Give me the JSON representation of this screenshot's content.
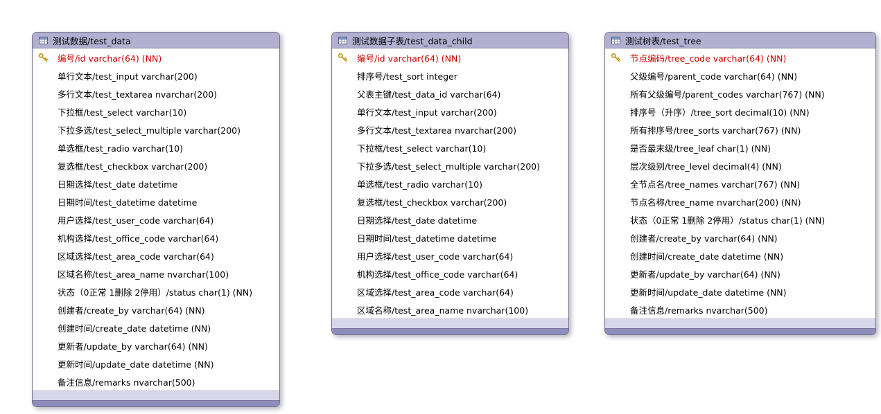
{
  "colors": {
    "header_bg": "#b2afd0",
    "body_bg": "#ffffff",
    "footer_strip": "#d8d6e9",
    "bottom_bar": "#8f8dbb",
    "border": "#76748f",
    "primary_key_text": "#cc0000",
    "field_text": "#000000",
    "key_icon_gold": "#c9971c"
  },
  "icons": {
    "table_header": "table-grid-icon",
    "primary_key": "key-icon"
  },
  "tables": [
    {
      "title": "测试数据/test_data",
      "fields": [
        {
          "label": "编号/id varchar(64) (NN)",
          "pk": true
        },
        {
          "label": "单行文本/test_input varchar(200)",
          "pk": false
        },
        {
          "label": "多行文本/test_textarea nvarchar(200)",
          "pk": false
        },
        {
          "label": "下拉框/test_select varchar(10)",
          "pk": false
        },
        {
          "label": "下拉多选/test_select_multiple varchar(200)",
          "pk": false
        },
        {
          "label": "单选框/test_radio varchar(10)",
          "pk": false
        },
        {
          "label": "复选框/test_checkbox varchar(200)",
          "pk": false
        },
        {
          "label": "日期选择/test_date datetime",
          "pk": false
        },
        {
          "label": "日期时间/test_datetime datetime",
          "pk": false
        },
        {
          "label": "用户选择/test_user_code varchar(64)",
          "pk": false
        },
        {
          "label": "机构选择/test_office_code varchar(64)",
          "pk": false
        },
        {
          "label": "区域选择/test_area_code varchar(64)",
          "pk": false
        },
        {
          "label": "区域名称/test_area_name nvarchar(100)",
          "pk": false
        },
        {
          "label": "状态（0正常 1删除 2停用）/status char(1) (NN)",
          "pk": false
        },
        {
          "label": "创建者/create_by varchar(64) (NN)",
          "pk": false
        },
        {
          "label": "创建时间/create_date datetime (NN)",
          "pk": false
        },
        {
          "label": "更新者/update_by varchar(64) (NN)",
          "pk": false
        },
        {
          "label": "更新时间/update_date datetime (NN)",
          "pk": false
        },
        {
          "label": "备注信息/remarks nvarchar(500)",
          "pk": false
        }
      ]
    },
    {
      "title": "测试数据子表/test_data_child",
      "fields": [
        {
          "label": "编号/id varchar(64) (NN)",
          "pk": true
        },
        {
          "label": "排序号/test_sort integer",
          "pk": false
        },
        {
          "label": "父表主键/test_data_id varchar(64)",
          "pk": false
        },
        {
          "label": "单行文本/test_input varchar(200)",
          "pk": false
        },
        {
          "label": "多行文本/test_textarea nvarchar(200)",
          "pk": false
        },
        {
          "label": "下拉框/test_select varchar(10)",
          "pk": false
        },
        {
          "label": "下拉多选/test_select_multiple varchar(200)",
          "pk": false
        },
        {
          "label": "单选框/test_radio varchar(10)",
          "pk": false
        },
        {
          "label": "复选框/test_checkbox varchar(200)",
          "pk": false
        },
        {
          "label": "日期选择/test_date datetime",
          "pk": false
        },
        {
          "label": "日期时间/test_datetime datetime",
          "pk": false
        },
        {
          "label": "用户选择/test_user_code varchar(64)",
          "pk": false
        },
        {
          "label": "机构选择/test_office_code varchar(64)",
          "pk": false
        },
        {
          "label": "区域选择/test_area_code varchar(64)",
          "pk": false
        },
        {
          "label": "区域名称/test_area_name nvarchar(100)",
          "pk": false
        }
      ]
    },
    {
      "title": "测试树表/test_tree",
      "fields": [
        {
          "label": "节点编码/tree_code varchar(64) (NN)",
          "pk": true
        },
        {
          "label": "父级编号/parent_code varchar(64) (NN)",
          "pk": false
        },
        {
          "label": "所有父级编号/parent_codes varchar(767) (NN)",
          "pk": false
        },
        {
          "label": "排序号（升序）/tree_sort decimal(10) (NN)",
          "pk": false
        },
        {
          "label": "所有排序号/tree_sorts varchar(767) (NN)",
          "pk": false
        },
        {
          "label": "是否最末级/tree_leaf char(1) (NN)",
          "pk": false
        },
        {
          "label": "层次级别/tree_level decimal(4) (NN)",
          "pk": false
        },
        {
          "label": "全节点名/tree_names varchar(767) (NN)",
          "pk": false
        },
        {
          "label": "节点名称/tree_name nvarchar(200) (NN)",
          "pk": false
        },
        {
          "label": "状态（0正常 1删除 2停用）/status char(1) (NN)",
          "pk": false
        },
        {
          "label": "创建者/create_by varchar(64) (NN)",
          "pk": false
        },
        {
          "label": "创建时间/create_date datetime (NN)",
          "pk": false
        },
        {
          "label": "更新者/update_by varchar(64) (NN)",
          "pk": false
        },
        {
          "label": "更新时间/update_date datetime (NN)",
          "pk": false
        },
        {
          "label": "备注信息/remarks nvarchar(500)",
          "pk": false
        }
      ]
    }
  ]
}
